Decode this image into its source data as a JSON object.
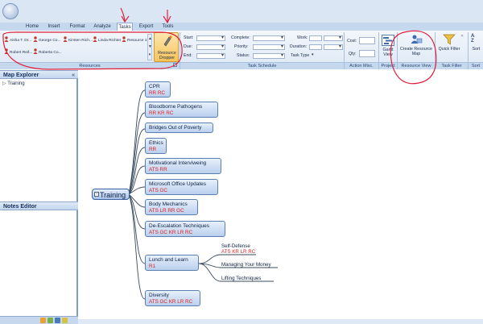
{
  "tabs": [
    "Home",
    "Insert",
    "Format",
    "Analyze",
    "Tasks",
    "Export",
    "Tools"
  ],
  "resources_group": {
    "label": "Resources",
    "items_row1": [
      "Aisha T. Dr...",
      "George Co...",
      "Kirsten Rich...",
      "Linda Richter",
      "Resource 1"
    ],
    "items_row2": [
      "Robert Reif...",
      "Roberta Co..."
    ],
    "dropper_label": "Resource Dropper"
  },
  "task_schedule": {
    "label": "Task Schedule",
    "start": "Start:",
    "due": "Due:",
    "end": "End:",
    "complete": "Complete:",
    "priority": "Priority:",
    "status": "Status:",
    "work": "Work:",
    "duration": "Duration:",
    "task_type": "Task Type"
  },
  "action_misc": {
    "label": "Action Misc.",
    "cost": "Cost:",
    "qty": "Qty:"
  },
  "project": {
    "label": "Project",
    "gantt": "Gantt View"
  },
  "resource_view": {
    "label": "Resource View",
    "create": "Create Resource Map"
  },
  "task_filter": {
    "label": "Task Filter",
    "quick_filter": "Quick Filter"
  },
  "sort": {
    "label": "Sort",
    "group_label": "Sort"
  },
  "map_explorer": {
    "title": "Map Explorer",
    "collapse": "«",
    "tree_item": "Training"
  },
  "notes_editor": {
    "title": "Notes Editor"
  },
  "map": {
    "central": "Training",
    "topics": [
      {
        "title": "CPR",
        "resources": "RR RC"
      },
      {
        "title": "Bloodborne Pathogens",
        "resources": "RR KR RC"
      },
      {
        "title": "Bridges Out of Poverty",
        "resources": ""
      },
      {
        "title": "Ethics",
        "resources": "RR"
      },
      {
        "title": "Motivational Interviweing",
        "resources": "ATS RR"
      },
      {
        "title": "Microsoft Office Updates",
        "resources": "ATS GC"
      },
      {
        "title": "Body Mechanics",
        "resources": "ATS LR RR GC"
      },
      {
        "title": "De-Escalation Techniques",
        "resources": "ATS GC KR LR RC"
      },
      {
        "title": "Lunch and Learn",
        "resources": "R1"
      },
      {
        "title": "Diversity",
        "resources": "ATS GC KR LR RC"
      }
    ],
    "subtopics": [
      {
        "title": "Self-Defense",
        "resources": "ATS KR LR RC"
      },
      {
        "title": "Managing Your Money",
        "resources": ""
      },
      {
        "title": "Lifting Techniques",
        "resources": ""
      }
    ]
  },
  "colors": {
    "ribbon": "#dde8f5",
    "annotation": "#e0203a",
    "resource_text": "#e02020"
  }
}
